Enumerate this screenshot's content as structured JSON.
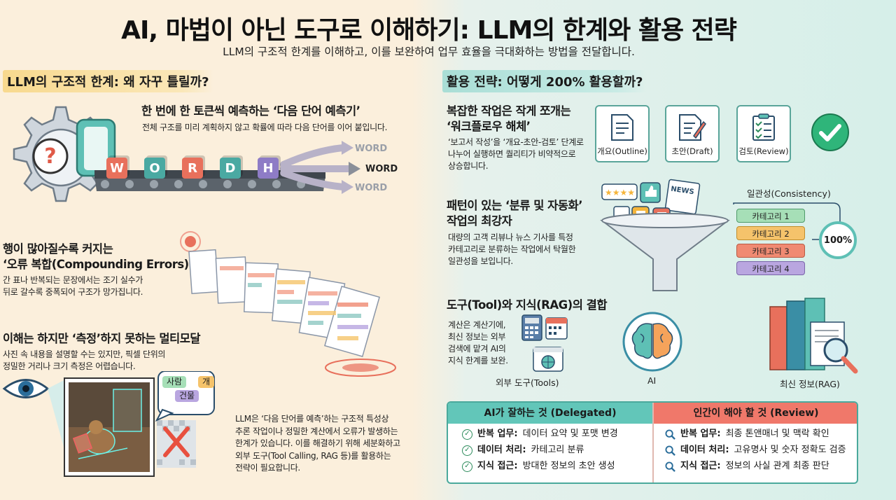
{
  "title": "AI, 마법이 아닌 도구로 이해하기: LLM의 한계와 활용 전략",
  "subtitle": "LLM의 구조적 한계를 이해하고, 이를 보완하여 업무 효율을 극대화하는 방법을 전달합니다.",
  "left": {
    "header": "LLM의 구조적 한계: 왜 자꾸 틀릴까?",
    "s1": {
      "heading": "한 번에 한 토큰씩 예측하는 ‘다음 단어 예측기’",
      "body": "전체 구조를 미리 계획하지 않고 확률에 따라 다음 단어를 이어 붙입니다.",
      "cubes": [
        "W",
        "O",
        "R",
        "D",
        "H"
      ],
      "outputs": [
        "WORD",
        "WORD",
        "WORD"
      ]
    },
    "s2": {
      "heading_l1": "행이 많아질수록 커지는",
      "heading_l2": "‘오류 복합(Compounding Errors)’",
      "body_l1": "간 표나 반복되는 문장에서는 조기 실수가",
      "body_l2": "뒤로 갈수록 중폭되어 구조가 망가집니다."
    },
    "s3": {
      "heading": "이해는 하지만 ‘측정’하지 못하는 멀티모달",
      "body_l1": "사진 속 내용을 설명할 수는 있지만, 픽셀 단위의",
      "body_l2": "정밀한 거리나 크기 측정은 어렵습니다.",
      "tags": [
        "사람",
        "개",
        "건물"
      ]
    },
    "summary": [
      "LLM은 ‘다음 단어를 예측’하는 구조적 특성상",
      "추론 작업이나 정밀한 계산에서 오류가 발생하는",
      "한계가 있습니다. 이를 해결하기 위해 세분화하고",
      "외부 도구(Tool Calling, RAG 등)를 활용하는",
      "전략이 필요합니다."
    ]
  },
  "right": {
    "header": "활용 전략: 어떻게 200% 활용할까?",
    "s1": {
      "heading_l1": "복잡한 작업은 작게 쪼개는",
      "heading_l2": "‘워크플로우 해체’",
      "body": [
        "‘보고서 작성’을 ‘개요-초안-검토’ 단계로",
        "나누어 실행하면 퀄리티가 비약적으로",
        "상승합니다."
      ],
      "cards": [
        "개요(Outline)",
        "초안(Draft)",
        "검토(Review)"
      ]
    },
    "s2": {
      "heading_l1": "패턴이 있는 ‘분류 및 자동화’",
      "heading_l2": "작업의 최강자",
      "body": [
        "대량의 고객 리뷰나 뉴스 기사를 특정",
        "카테고리로 분류하는 작업에서 탁월한",
        "일관성을 보입니다."
      ],
      "news": "NEWS",
      "consistency": "일관성(Consistency)",
      "categories": [
        "카테고리 1",
        "카테고리 2",
        "카테고리 3",
        "카테고리 4"
      ],
      "percent": "100%"
    },
    "s3": {
      "heading": "도구(Tool)와 지식(RAG)의 결합",
      "body": [
        "계산은 계산기에,",
        "최신 정보는 외부",
        "검색에 맡겨 AI의",
        "지식 한계를 보완."
      ],
      "tools_label": "외부 도구(Tools)",
      "ai_label": "AI",
      "rag_label": "최신 정보(RAG)"
    },
    "table": {
      "left_header": "AI가 잘하는 것 (Delegated)",
      "right_header": "인간이 해야 할 것 (Review)",
      "left_rows": [
        {
          "k": "반복 업무:",
          "v": "데이터 요약 및 포맷 변경"
        },
        {
          "k": "데이터 처리:",
          "v": "카테고리 분류"
        },
        {
          "k": "지식 접근:",
          "v": "방대한 정보의 초안 생성"
        }
      ],
      "right_rows": [
        {
          "k": "반복 업무:",
          "v": "최종 톤앤매너 및 맥락 확인"
        },
        {
          "k": "데이터 처리:",
          "v": "고유명사 및 숫자 정확도 검증"
        },
        {
          "k": "지식 접근:",
          "v": "정보의 사실 관계 최종 판단"
        }
      ]
    }
  },
  "colors": {
    "teal": "#62c6b9",
    "coral": "#f0786a",
    "yellow": "#f8d98e",
    "cube_colors": [
      "#e8705c",
      "#4aa9a2",
      "#e8705c",
      "#4aa9a2",
      "#8e7cc6"
    ],
    "cat_colors": [
      "#a6dfb7",
      "#f5c36b",
      "#f08a72",
      "#b9a6e0"
    ]
  }
}
